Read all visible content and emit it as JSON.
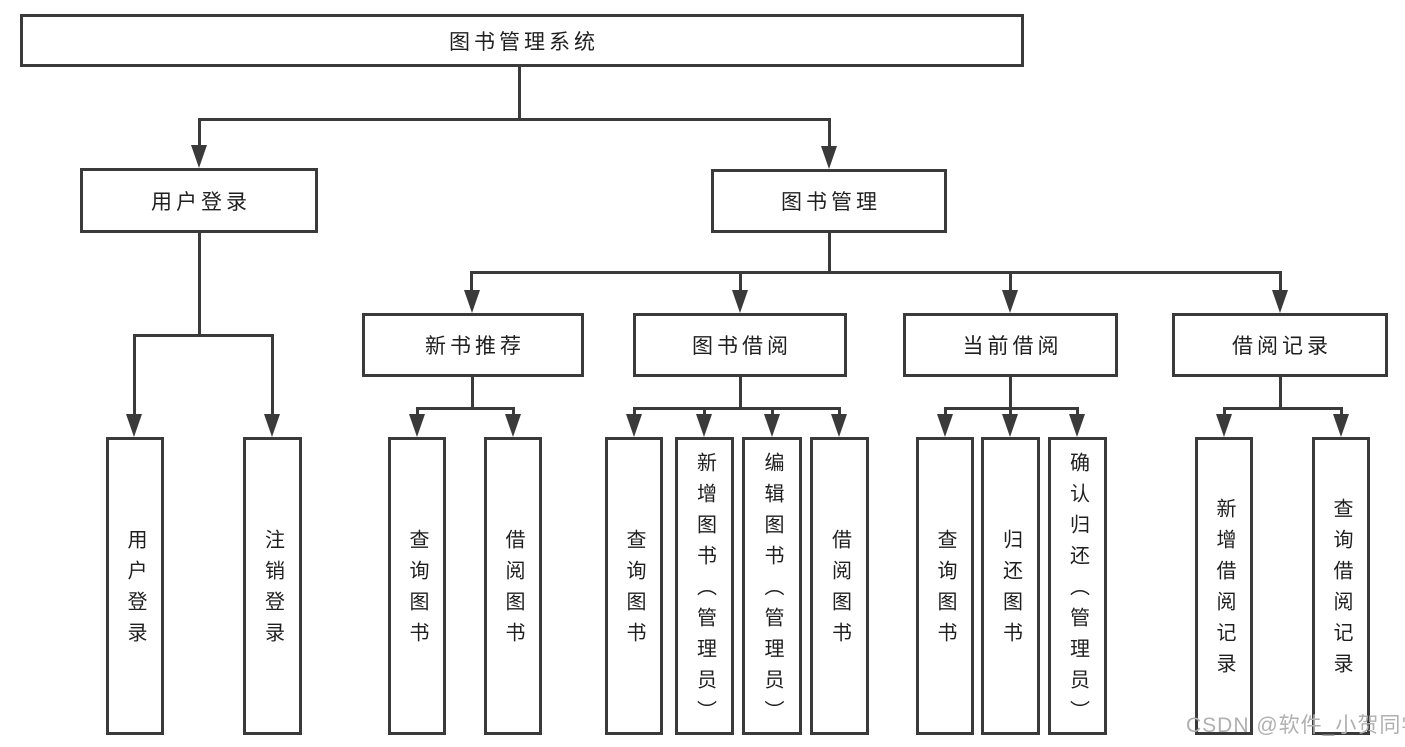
{
  "diagram_title": "图书管理系统",
  "nodes": {
    "root": "图书管理系统",
    "user_login": "用户登录",
    "book_mgmt": "图书管理",
    "new_book_rec": "新书推荐",
    "book_borrow": "图书借阅",
    "current_borrow": "当前借阅",
    "borrow_records": "借阅记录",
    "leaf_user_login": "用户登录",
    "leaf_logout": "注销登录",
    "leaf_nbr_query": "查询图书",
    "leaf_nbr_borrow": "借阅图书",
    "leaf_bb_query": "查询图书",
    "leaf_bb_add": "新增图书（管理员）",
    "leaf_bb_edit": "编辑图书（管理员）",
    "leaf_bb_borrow": "借阅图书",
    "leaf_cb_query": "查询图书",
    "leaf_cb_return": "归还图书",
    "leaf_cb_confirm": "确认归还（管理员）",
    "leaf_br_add": "新增借阅记录",
    "leaf_br_query": "查询借阅记录"
  },
  "structure": {
    "root": [
      "user_login",
      "book_mgmt"
    ],
    "user_login": [
      "leaf_user_login",
      "leaf_logout"
    ],
    "book_mgmt": [
      "new_book_rec",
      "book_borrow",
      "current_borrow",
      "borrow_records"
    ],
    "new_book_rec": [
      "leaf_nbr_query",
      "leaf_nbr_borrow"
    ],
    "book_borrow": [
      "leaf_bb_query",
      "leaf_bb_add",
      "leaf_bb_edit",
      "leaf_bb_borrow"
    ],
    "current_borrow": [
      "leaf_cb_query",
      "leaf_cb_return",
      "leaf_cb_confirm"
    ],
    "borrow_records": [
      "leaf_br_add",
      "leaf_br_query"
    ]
  },
  "watermark": "CSDN @软件_小贺同学",
  "colors": {
    "line": "#3a3a3a",
    "box_fill": "#ffffff",
    "text": "#1f1f1f",
    "background": "#ffffff",
    "watermark": "#b0b0b0"
  }
}
